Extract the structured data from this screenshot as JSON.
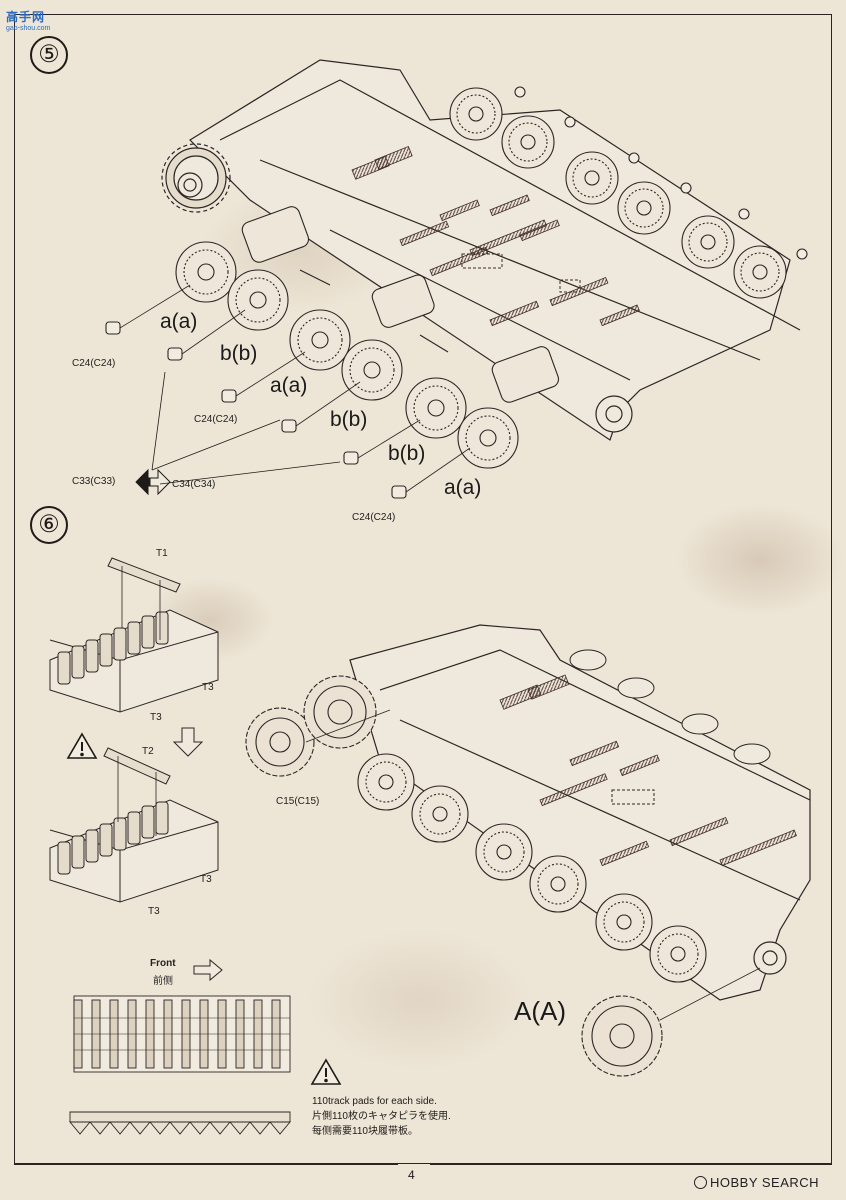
{
  "watermark": {
    "site_name": "高手网",
    "site_url": "gao-shou.com"
  },
  "step5": {
    "number": "⑤",
    "labels": {
      "wheel_a1": "a(a)",
      "wheel_b1": "b(b)",
      "wheel_a2": "a(a)",
      "wheel_b2": "b(b)",
      "wheel_b3": "b(b)",
      "wheel_a3": "a(a)",
      "cap1": "C24(C24)",
      "cap2": "C24(C24)",
      "cap3": "C24(C24)",
      "choice_left": "C33(C33)",
      "choice_right": "C34(C34)"
    }
  },
  "step6": {
    "number": "⑥",
    "labels": {
      "t1": "T1",
      "t3_a": "T3",
      "t3_b": "T3",
      "t2": "T2",
      "t3_c": "T3",
      "t3_d": "T3",
      "sprocket": "C15(C15)",
      "idler": "A(A)",
      "front_en": "Front",
      "front_cn": "前侧"
    },
    "note": {
      "line1": "110track pads for each side.",
      "line2": "片側110枚のキャタピラを使用.",
      "line3": "每侧需要110块履带板。"
    }
  },
  "footer": {
    "page_number": "4",
    "brand": "HOBBY SEARCH"
  }
}
